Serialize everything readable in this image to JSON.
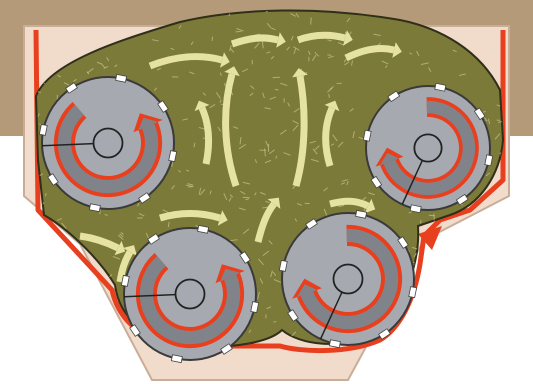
{
  "diagram": {
    "subject": "mixer-wagon-cross-section",
    "colors": {
      "background": "#ffffff",
      "soil": "#b49a78",
      "hopper_fill": "#f1dccc",
      "hopper_outline": "#c9ad99",
      "liner_red": "#e8401f",
      "forage_green": "#7b7a38",
      "forage_speck": "#c8c492",
      "flow_arrow": "#e6e2a2",
      "auger_disc": "#a6aab0",
      "auger_disc_edge": "#3a3a3a",
      "auger_arc_outer": "#e8401f",
      "auger_arc_inner": "#80848a",
      "paddle": "#ffffff"
    },
    "augers": [
      {
        "name": "upper-left",
        "rotation": "counter-clockwise"
      },
      {
        "name": "upper-right",
        "rotation": "clockwise"
      },
      {
        "name": "lower-left",
        "rotation": "counter-clockwise"
      },
      {
        "name": "lower-right",
        "rotation": "clockwise"
      }
    ],
    "flow_arrow_count": 14
  }
}
